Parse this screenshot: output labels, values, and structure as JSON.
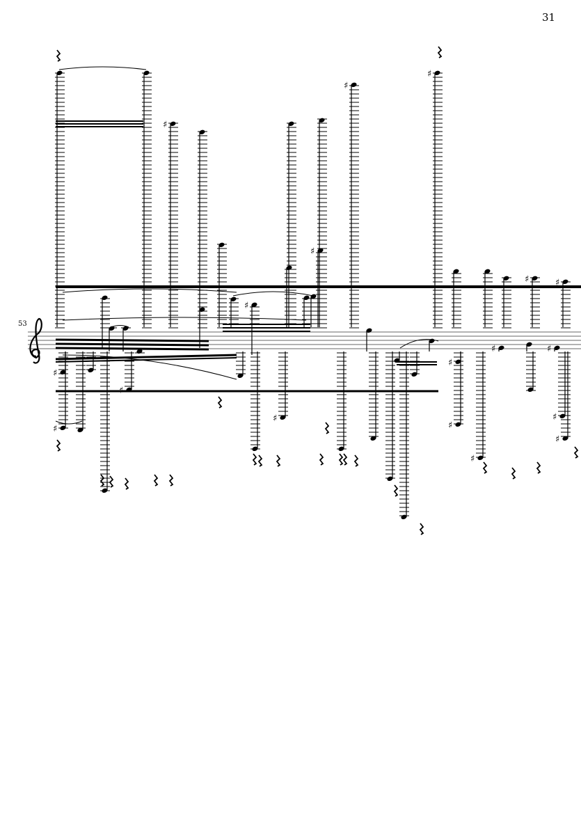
{
  "page": {
    "page_number": "31",
    "measure_number": "53",
    "clef": "treble-clef"
  },
  "colors": {
    "ink": "#000000",
    "staff_line": "#666666",
    "paper": "#ffffff"
  }
}
